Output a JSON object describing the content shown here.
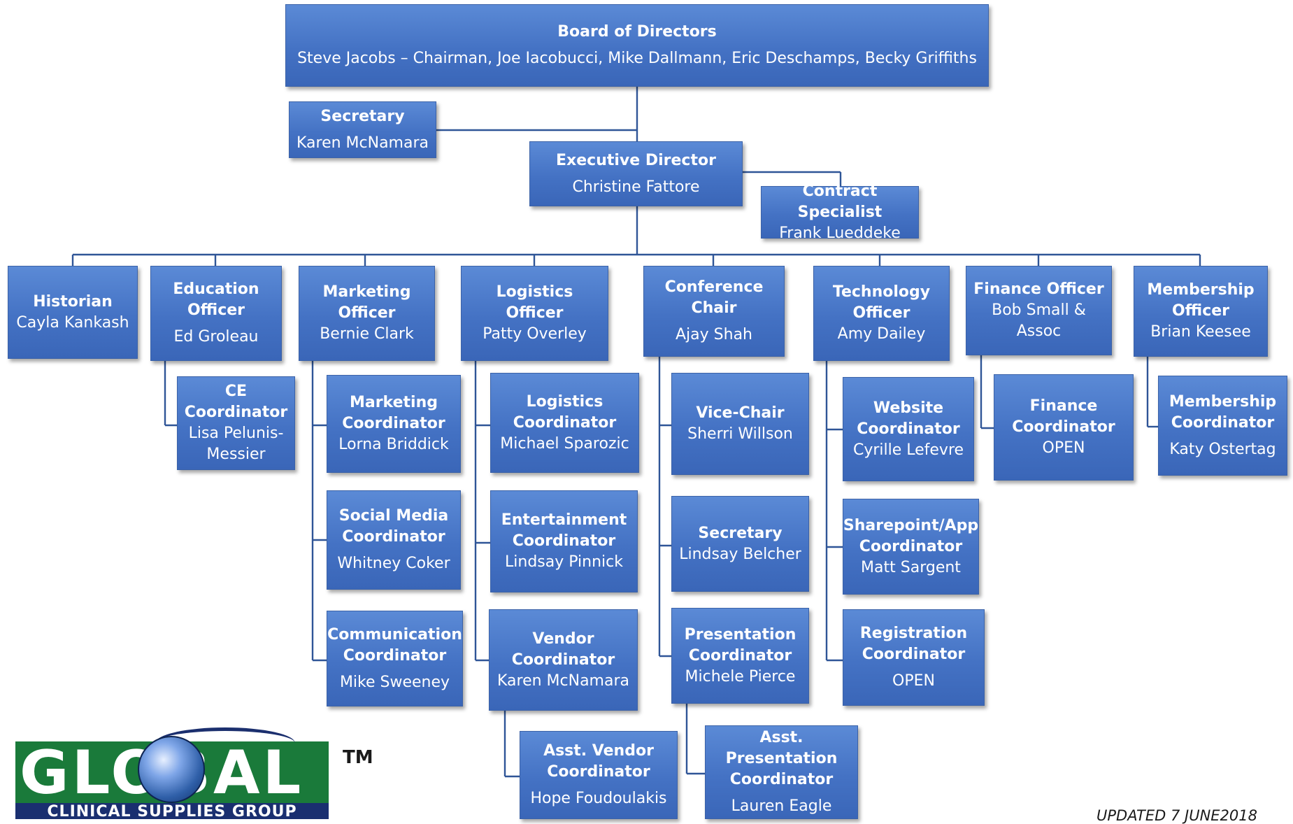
{
  "board": {
    "title": "Board of Directors",
    "members": "Steve Jacobs – Chairman,  Joe Iacobucci,  Mike Dallmann,  Eric Deschamps, Becky Griffiths"
  },
  "secretary": {
    "title": "Secretary",
    "name": "Karen McNamara"
  },
  "executive_director": {
    "title": "Executive Director",
    "name": "Christine  Fattore"
  },
  "contract_specialist": {
    "title": "Contract Specialist",
    "name": "Frank Lueddeke"
  },
  "officers": {
    "historian": {
      "title": "Historian",
      "name": "Cayla Kankash"
    },
    "education": {
      "title": "Education\nOfficer",
      "name": "Ed Groleau"
    },
    "marketing": {
      "title": "Marketing\nOfficer",
      "name": "Bernie  Clark"
    },
    "logistics": {
      "title": "Logistics\nOfficer",
      "name": "Patty Overley"
    },
    "conference": {
      "title": "Conference\nChair",
      "name": "Ajay Shah"
    },
    "technology": {
      "title": "Technology\nOfficer",
      "name": "Amy Dailey"
    },
    "finance": {
      "title": "Finance Officer",
      "name": "Bob Small & Assoc"
    },
    "membership": {
      "title": "Membership\nOfficer",
      "name": "Brian  Keesee"
    }
  },
  "coordinators": {
    "ce": {
      "title": "CE\nCoordinator",
      "name": "Lisa Pelunis-\nMessier"
    },
    "marketing": {
      "title": "Marketing\nCoordinator",
      "name": "Lorna Briddick"
    },
    "social_media": {
      "title": "Social Media\nCoordinator",
      "name": "Whitney Coker"
    },
    "communication": {
      "title": "Communication\nCoordinator",
      "name": "Mike Sweeney"
    },
    "logistics": {
      "title": "Logistics\nCoordinator",
      "name": "Michael Sparozic"
    },
    "entertainment": {
      "title": "Entertainment\nCoordinator",
      "name": "Lindsay Pinnick"
    },
    "vendor": {
      "title": "Vendor\nCoordinator",
      "name": "Karen McNamara"
    },
    "asst_vendor": {
      "title": "Asst. Vendor\nCoordinator",
      "name": "Hope Foudoulakis"
    },
    "vice_chair": {
      "title": "Vice-Chair",
      "name": "Sherri Willson"
    },
    "conf_secretary": {
      "title": "Secretary",
      "name": "Lindsay Belcher"
    },
    "presentation": {
      "title": "Presentation\nCoordinator",
      "name": "Michele Pierce"
    },
    "asst_presentation": {
      "title": "Asst. Presentation\nCoordinator",
      "name": "Lauren Eagle"
    },
    "website": {
      "title": "Website\nCoordinator",
      "name": "Cyrille Lefevre"
    },
    "sharepoint": {
      "title": "Sharepoint/App\nCoordinator",
      "name": "Matt Sargent"
    },
    "registration": {
      "title": "Registration\nCoordinator",
      "name": "OPEN"
    },
    "finance": {
      "title": "Finance\nCoordinator",
      "name": "OPEN"
    },
    "membership": {
      "title": "Membership\nCoordinator",
      "name": "Katy Ostertag"
    }
  },
  "logo": {
    "word": "GLOBAL",
    "subtitle": "CLINICAL SUPPLIES GROUP",
    "trademark": "TM"
  },
  "updated_note": "UPDATED 7 JUNE2018",
  "colors": {
    "box": "#4472c4",
    "connector": "#2f5597",
    "logo_green": "#1a7a3a",
    "logo_navy": "#1a2f70"
  }
}
